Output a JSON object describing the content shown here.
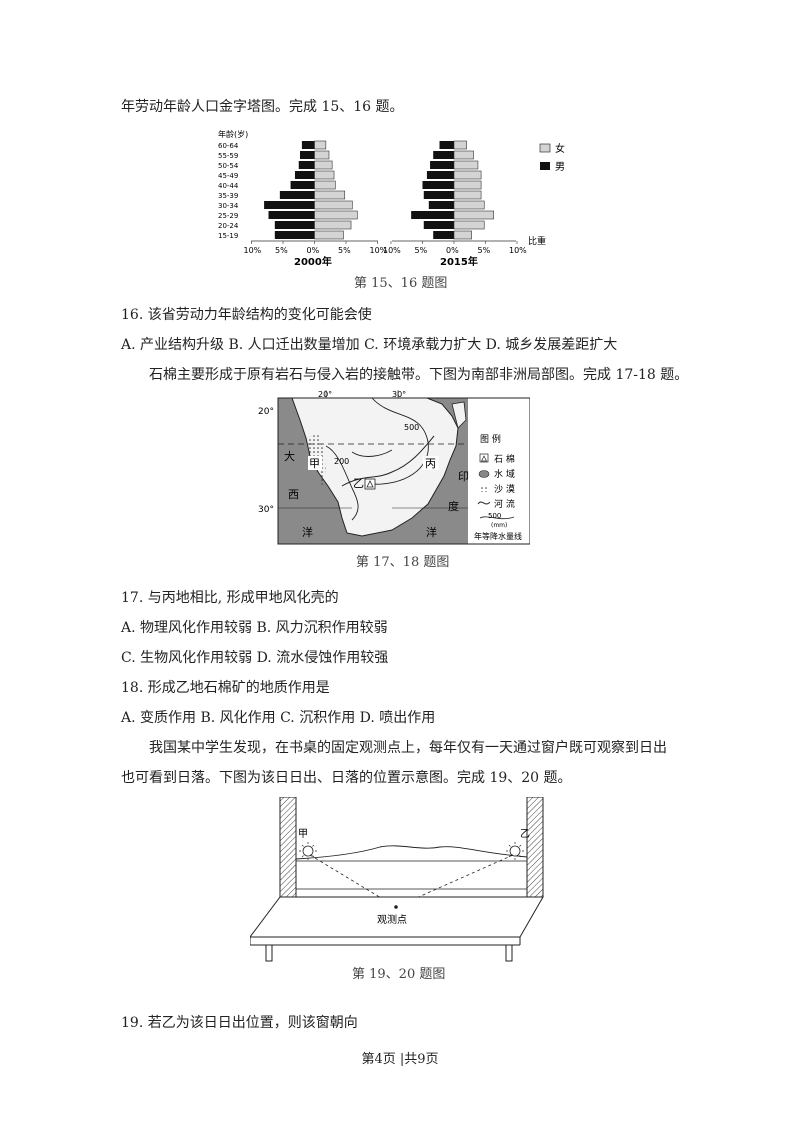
{
  "intro_line": "年劳动年龄人口金字塔图。完成 15、16 题。",
  "pyramid": {
    "age_axis_label": "年龄(岁)",
    "age_groups": [
      "60-64",
      "55-59",
      "50-54",
      "45-49",
      "40-44",
      "35-39",
      "30-34",
      "25-29",
      "20-24",
      "15-19"
    ],
    "x_ticks_left": [
      "10%",
      "5%",
      "0%",
      "5%",
      "10%"
    ],
    "x_ticks_right": [
      "10%",
      "5%",
      "0%",
      "5%",
      "10%"
    ],
    "ratio_label": "比重",
    "year_left": "2000年",
    "year_right": "2015年",
    "legend_female": "女",
    "legend_male": "男",
    "caption": "第 15、16 题图"
  },
  "chart_data": [
    {
      "type": "bar",
      "title": "2000年",
      "categories": [
        "60-64",
        "55-59",
        "50-54",
        "45-49",
        "40-44",
        "35-39",
        "30-34",
        "25-29",
        "20-24",
        "15-19"
      ],
      "series": [
        {
          "name": "男",
          "values": [
            2,
            2.3,
            2.5,
            3.1,
            3.8,
            5.5,
            8,
            7.3,
            6.3,
            6.3
          ]
        },
        {
          "name": "女",
          "values": [
            1.8,
            2.3,
            2.8,
            3.1,
            3.3,
            4.8,
            6,
            6.8,
            5.8,
            4.6
          ]
        }
      ],
      "xlabel": "比重",
      "ylabel": "年龄(岁)"
    },
    {
      "type": "bar",
      "title": "2015年",
      "categories": [
        "60-64",
        "55-59",
        "50-54",
        "45-49",
        "40-44",
        "35-39",
        "30-34",
        "25-29",
        "20-24",
        "15-19"
      ],
      "series": [
        {
          "name": "男",
          "values": [
            2.3,
            3.3,
            3.8,
            4.3,
            5,
            4.8,
            4,
            6.8,
            4.8,
            3.3
          ]
        },
        {
          "name": "女",
          "values": [
            2,
            3.1,
            3.8,
            4.3,
            4.3,
            4.3,
            4.8,
            6.3,
            4.8,
            2.8
          ]
        }
      ],
      "xlabel": "比重"
    }
  ],
  "q16": {
    "stem": "16. 该省劳动力年龄结构的变化可能会使",
    "options": "A. 产业结构升级   B. 人口迁出数量增加   C. 环境承载力扩大   D. 城乡发展差距扩大"
  },
  "passage2": "石棉主要形成于原有岩石与侵入岩的接触带。下图为南部非洲局部图。完成 17-18 题。",
  "map": {
    "lat_20": "20°",
    "lat_30": "30°",
    "lon_20": "20°",
    "lon_30": "30°",
    "isohyet_500": "500",
    "isohyet_200": "200",
    "ocean_da": "大",
    "ocean_xi": "西",
    "ocean_yang": "洋",
    "indian_yin": "印",
    "indian_du": "度",
    "indian_yang": "洋",
    "place_jia": "甲",
    "place_yi": "乙",
    "place_bing": "丙",
    "legend_title": "图 例",
    "legend_asbestos": "石 棉",
    "legend_water": "水 域",
    "legend_desert": "沙 漠",
    "legend_river": "河 流",
    "legend_isohyet_val": "500",
    "legend_isohyet_unit": "(mm)",
    "legend_isohyet": "年等降水量线",
    "caption": "第 17、18 题图"
  },
  "q17": {
    "stem": "17. 与丙地相比, 形成甲地风化壳的",
    "options_1": "A. 物理风化作用较弱   B. 风力沉积作用较弱",
    "options_2": "C. 生物风化作用较弱   D. 流水侵蚀作用较强"
  },
  "q18": {
    "stem": "18. 形成乙地石棉矿的地质作用是",
    "options": "A. 变质作用   B. 风化作用   C. 沉积作用   D. 喷出作用"
  },
  "passage3_line1": "我国某中学生发现，在书桌的固定观测点上，每年仅有一天通过窗户既可观察到日出",
  "passage3_line2": "也可看到日落。下图为该日日出、日落的位置示意图。完成 19、20 题。",
  "window_fig": {
    "label_jia": "甲",
    "label_yi": "乙",
    "observe_point": "观测点",
    "caption": "第 19、20 题图"
  },
  "q19": {
    "stem": "19. 若乙为该日日出位置，则该窗朝向"
  },
  "footer": "第4页 |共9页"
}
